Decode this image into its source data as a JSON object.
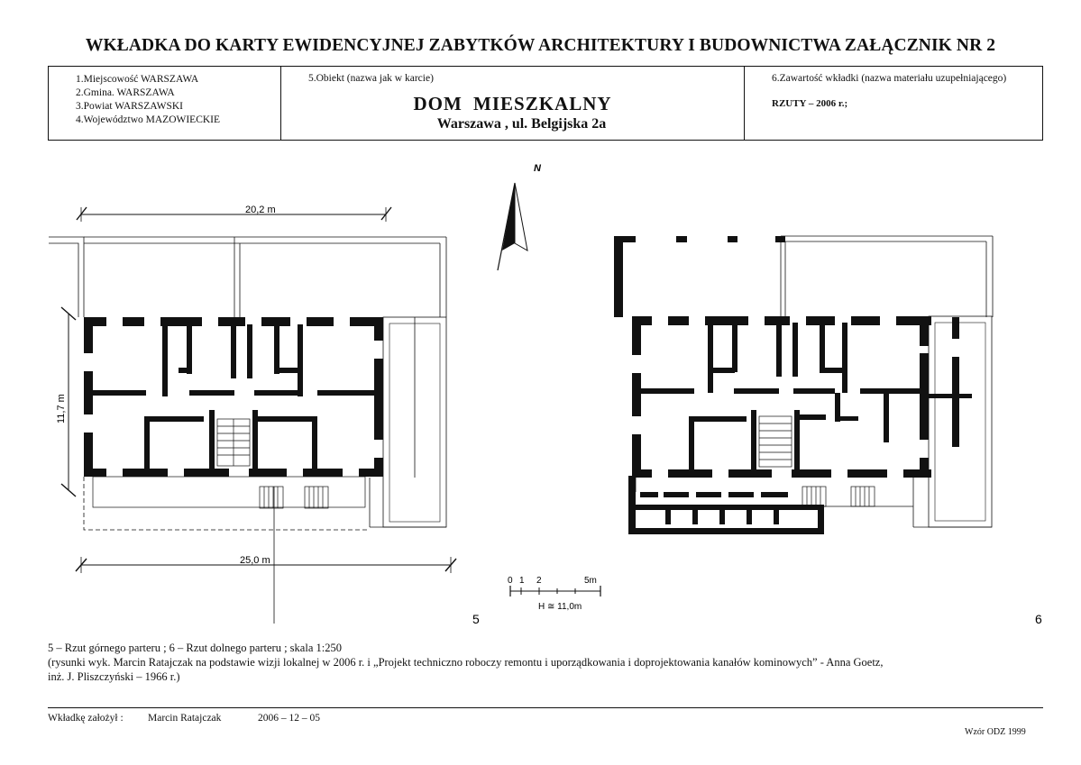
{
  "title": "WKŁADKA DO KARTY EWIDENCYJNEJ ZABYTKÓW ARCHITEKTURY I BUDOWNICTWA ZAŁĄCZNIK   NR 2",
  "location": {
    "miejscowosc": "1.Miejscowość  WARSZAWA",
    "gmina": "2.Gmina. WARSZAWA",
    "powiat": "3.Powiat  WARSZAWSKI",
    "wojewodztwo": "4.Województwo  MAZOWIECKIE"
  },
  "object": {
    "label": "5.Obiekt (nazwa jak w karcie)",
    "name": "DOM   MIESZKALNY",
    "address": "Warszawa ,  ul. Belgijska 2a"
  },
  "contents": {
    "label": "6.Zawartość wkładki (nazwa materiału uzupełniającego)",
    "value": "RZUTY – 2006 r.;"
  },
  "drawing": {
    "north_label": "N",
    "dim_top": "20,2 m",
    "dim_bottom": "25,0 m",
    "dim_side": "11,7 m",
    "scale_ticks": [
      "0",
      "1",
      "2",
      "5m"
    ],
    "height_note": "H ≅ 11,0m",
    "plan_left_number": "5",
    "plan_right_number": "6"
  },
  "captions": {
    "line1": "5 – Rzut górnego parteru ;  6 – Rzut dolnego parteru ;   skala  1:250",
    "line2": "(rysunki wyk. Marcin Ratajczak na podstawie wizji lokalnej w 2006 r. i „Projekt techniczno roboczy remontu i uporządkowania i doprojektowania kanałów kominowych” - Anna Goetz,",
    "line3": "inż. J. Pliszczyński – 1966 r.)"
  },
  "footer": {
    "founder_label": "Wkładkę założył  :",
    "founder_name": "Marcin Ratajczak",
    "date": "2006 – 12 – 05",
    "template": "Wzór ODZ 1999"
  }
}
